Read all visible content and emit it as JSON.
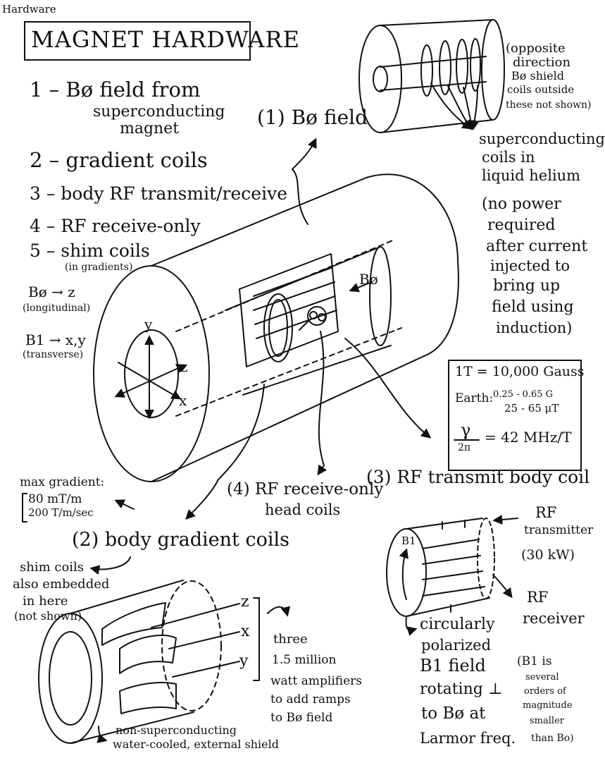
{
  "corner_label": "Hardware",
  "title": "MAGNET HARDWARE",
  "legend": {
    "item1_a": "1 – Bø field from",
    "item1_b": "superconducting",
    "item1_c": "magnet",
    "item2": "2 – gradient coils",
    "item3": "3 – body RF transmit/receive",
    "item4": "4 – RF receive-only",
    "item5": "5 – shim coils",
    "item5_sub": "(in gradients)"
  },
  "axes_notes": {
    "b0": "Bø → z",
    "b0_sub": "(longitudinal)",
    "b1": "B1 → x,y",
    "b1_sub": "(transverse)",
    "axis_y": "y",
    "axis_z": "z",
    "axis_x": "x"
  },
  "b0_callout": "(1) Bø field",
  "b0_arrow_label": "Bø",
  "magnet_notes": {
    "opposite_1": "(opposite",
    "opposite_2": "direction",
    "opposite_3": "Bø shield",
    "opposite_4": "coils outside",
    "opposite_5": "these not shown)",
    "sc_1": "superconducting",
    "sc_2": "coils in",
    "sc_3": "liquid helium",
    "power_1": "(no power",
    "power_2": "required",
    "power_3": "after current",
    "power_4": "injected to",
    "power_5": "bring up",
    "power_6": "field using",
    "power_7": "induction)"
  },
  "units_box": {
    "line1": "1T = 10,000 Gauss",
    "earth_label": "Earth:",
    "earth_g": "0.25 - 0.65 G",
    "earth_ut": "25 - 65 μT",
    "gamma": "γ",
    "two_pi": "2π",
    "gamma_value": "= 42 MHz/T"
  },
  "max_gradient": {
    "label": "max gradient:",
    "line1": "80 mT/m",
    "line2": "200 T/m/sec"
  },
  "callouts": {
    "rf_receive_1": "(4) RF receive-only",
    "rf_receive_2": "head coils",
    "rf_transmit": "(3) RF transmit body coil",
    "gradient": "(2) body gradient coils"
  },
  "shim_notes": {
    "l1": "shim coils",
    "l2": "also embedded",
    "l3": "in here",
    "l4": "(not shown)"
  },
  "gradient_labels": {
    "z": "z",
    "x": "x",
    "y": "y"
  },
  "amplifiers": {
    "l1": "three",
    "l2": "1.5 million",
    "l3": "watt amplifiers",
    "l4": "to add ramps",
    "l5": "to Bø field"
  },
  "shield_note": {
    "l1": "non-superconducting",
    "l2": "water-cooled, external shield"
  },
  "rf_coil": {
    "b1_label": "B1",
    "transmitter_1": "RF",
    "transmitter_2": "transmitter",
    "transmitter_3": "(30 kW)",
    "receiver_1": "RF",
    "receiver_2": "receiver"
  },
  "polarized": {
    "l1": "circularly",
    "l2": "polarized",
    "l3": "B1 field",
    "l4": "rotating ⊥",
    "l5": "to Bø at",
    "l6": "Larmor freq."
  },
  "b1_note": {
    "l1": "(B1 is",
    "l2": "several",
    "l3": "orders of",
    "l4": "magnitude",
    "l5": "smaller",
    "l6": "than Bo)"
  }
}
